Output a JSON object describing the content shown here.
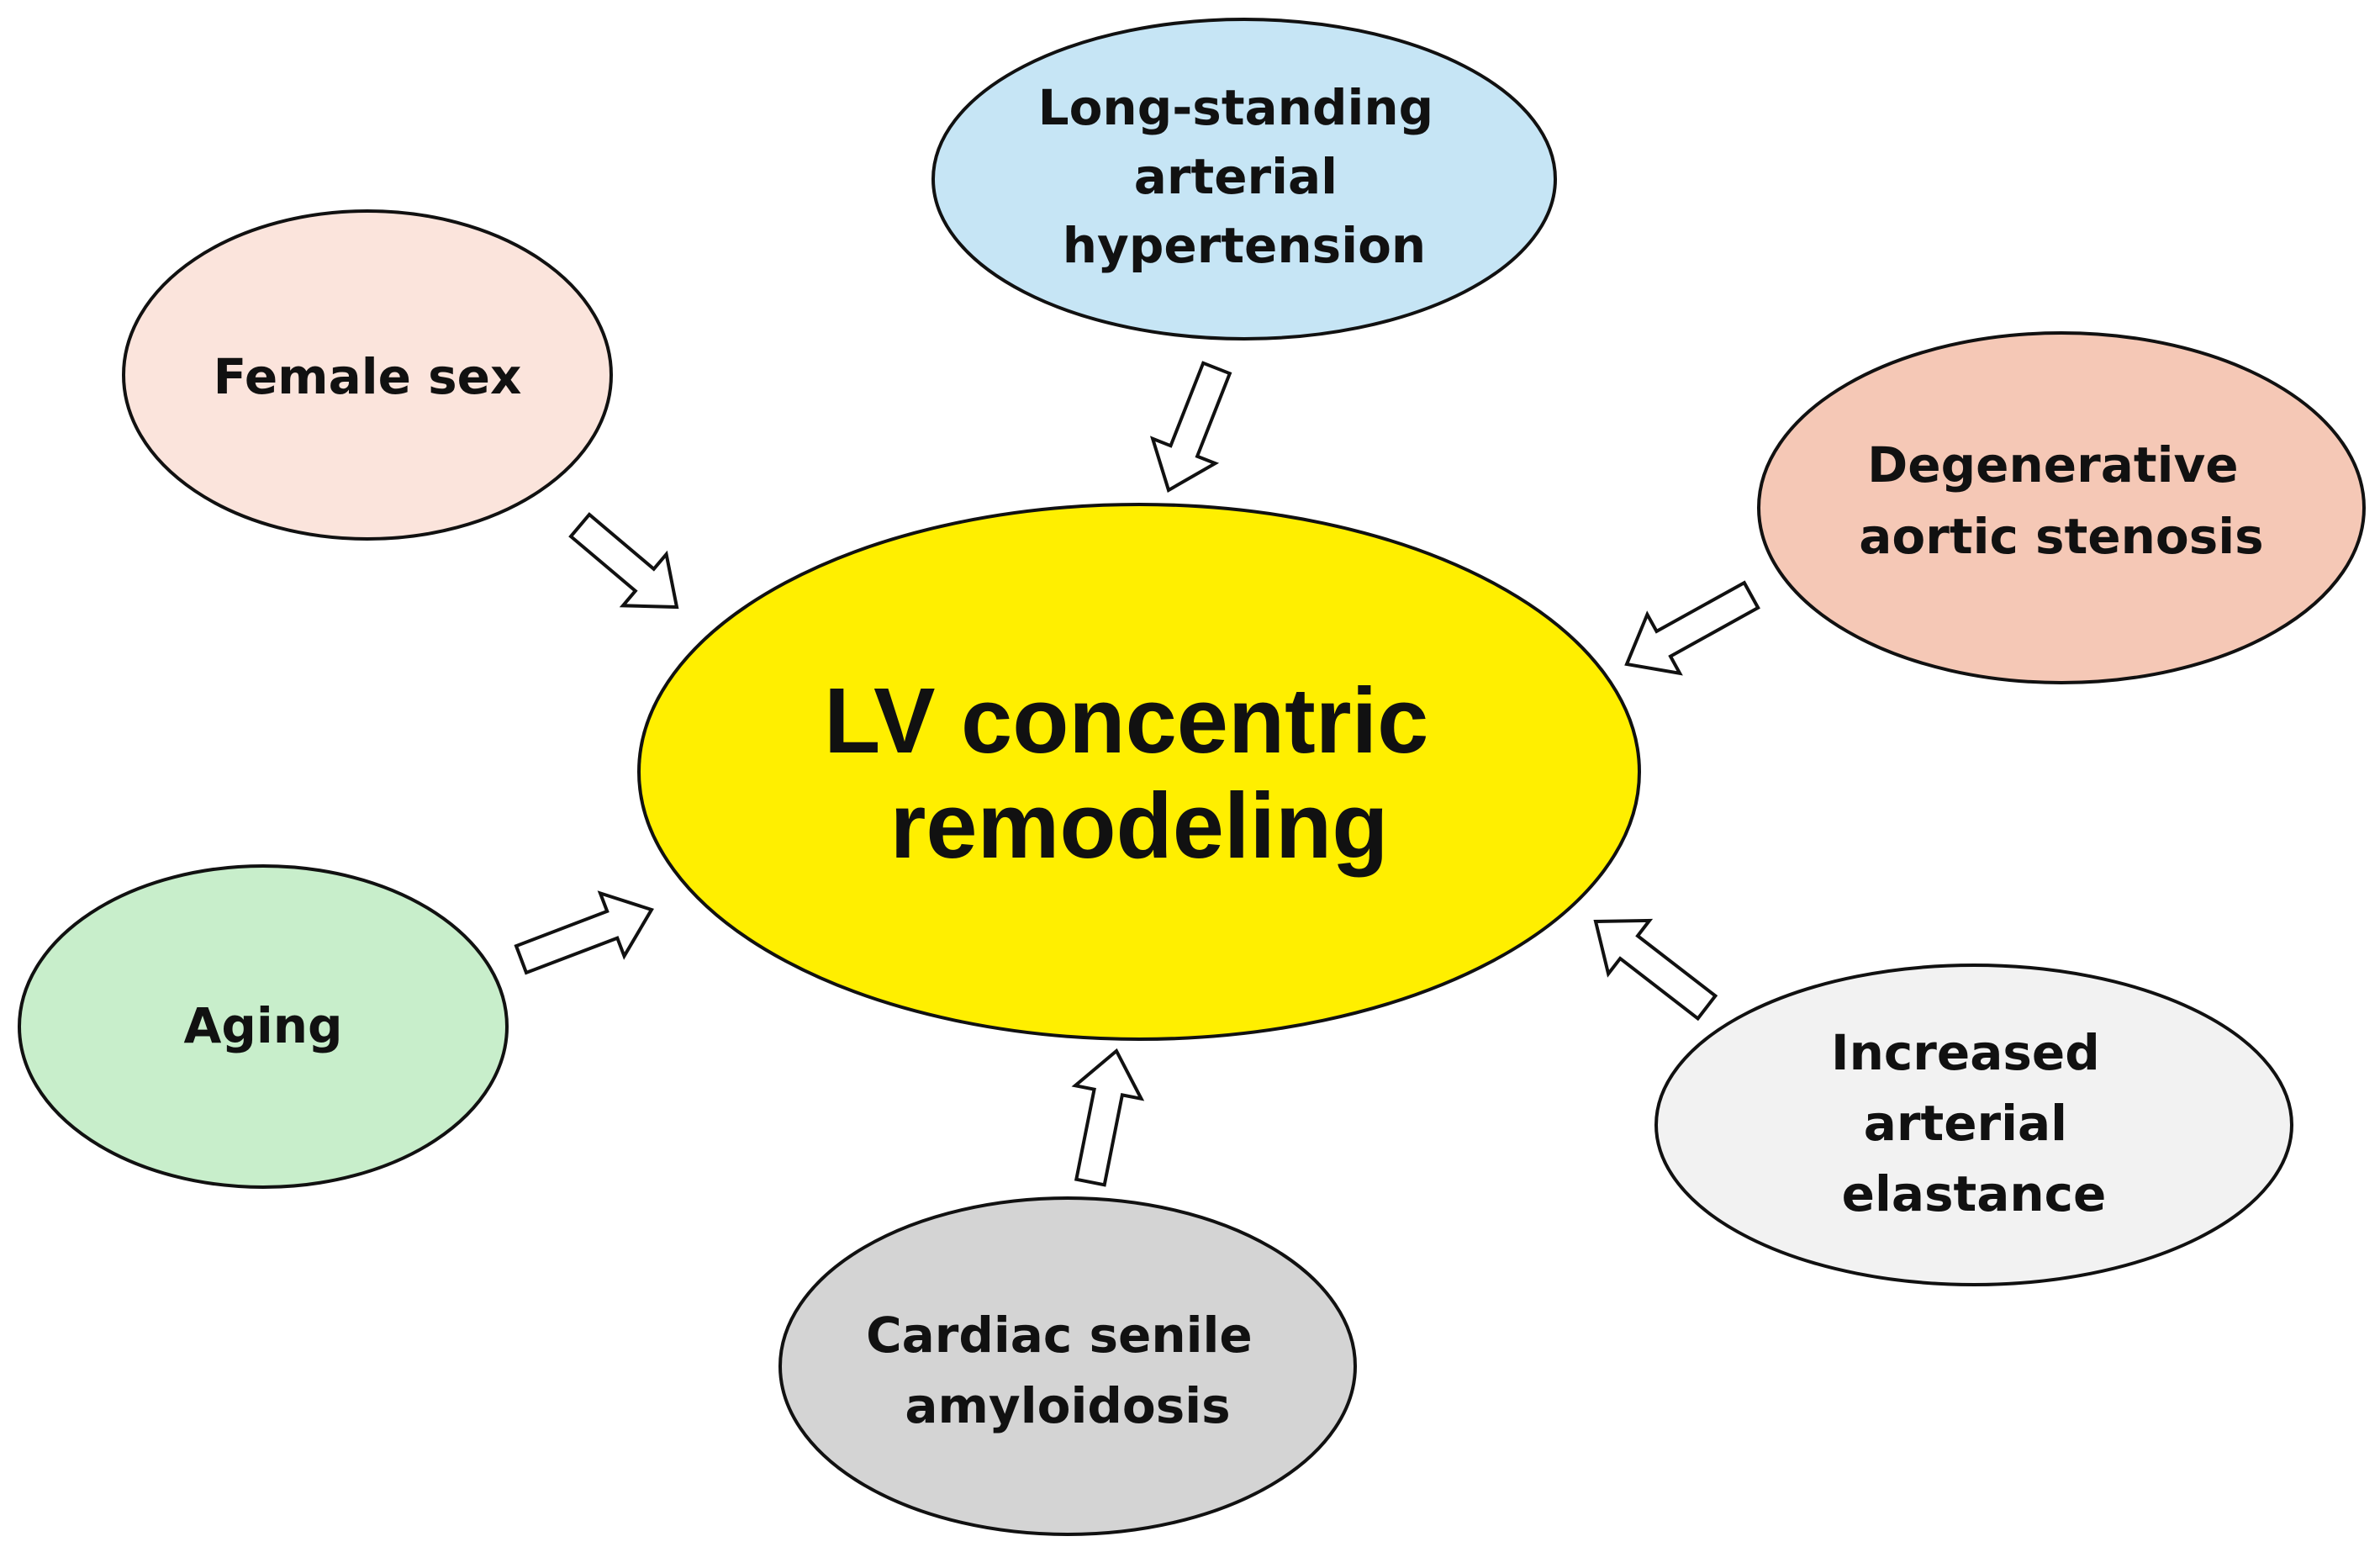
{
  "center": {
    "lines": [
      "LV concentric",
      "remodeling"
    ],
    "fill": "#ffef00"
  },
  "factors": [
    {
      "id": "female-sex",
      "lines": [
        "Female sex"
      ],
      "fill": "#fbe4dc"
    },
    {
      "id": "hypertension",
      "lines": [
        "Long-standing",
        "arterial",
        "hypertension"
      ],
      "fill": "#c6e5f5"
    },
    {
      "id": "aortic-stenosis",
      "lines": [
        "Degenerative",
        "aortic stenosis"
      ],
      "fill": "#f5c8b6"
    },
    {
      "id": "aging",
      "lines": [
        "Aging"
      ],
      "fill": "#c8eecb"
    },
    {
      "id": "amyloidosis",
      "lines": [
        "Cardiac senile",
        "amyloidosis"
      ],
      "fill": "#d4d4d4"
    },
    {
      "id": "elastance",
      "lines": [
        "Increased",
        "arterial",
        "elastance"
      ],
      "fill": "#f2f2f2"
    }
  ],
  "colors": {
    "outline": "#111111",
    "arrow_fill": "#ffffff",
    "background": "#ffffff"
  }
}
